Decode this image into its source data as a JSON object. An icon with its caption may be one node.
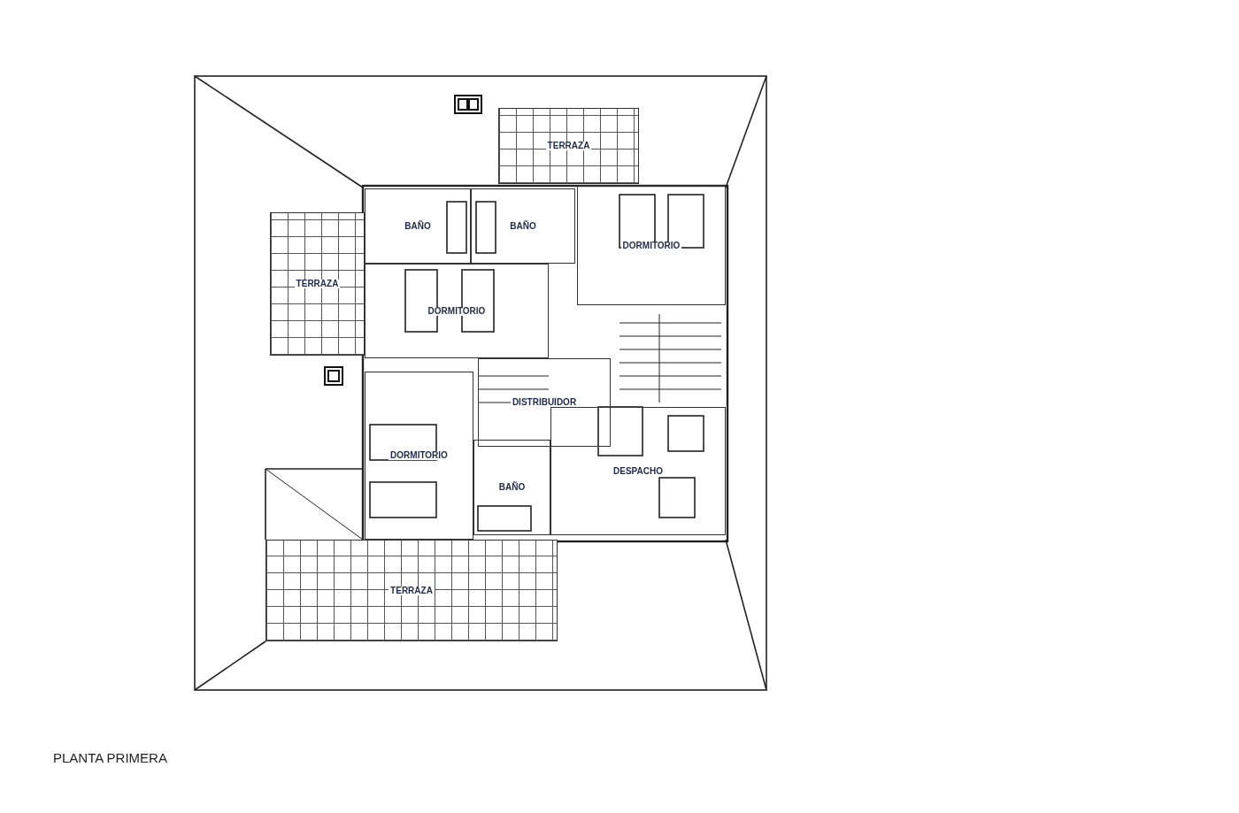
{
  "diagram": {
    "title": "PLANTA PRIMERA",
    "nodes": [
      {
        "text": [
          "TERRAZA"
        ]
      },
      {
        "text": [
          "TERRAZA"
        ]
      },
      {
        "text": [
          "BAÑO"
        ]
      },
      {
        "text": [
          "BAÑO"
        ]
      },
      {
        "text": [
          "DORMITORIO"
        ]
      },
      {
        "text": [
          "DORMITORIO"
        ]
      },
      {
        "text": [
          "DISTRIBUIDOR"
        ]
      },
      {
        "text": [
          "DORMITORIO"
        ]
      },
      {
        "text": [
          "BAÑO"
        ]
      },
      {
        "text": [
          "DESPACHO"
        ]
      },
      {
        "text": [
          "TERRAZA"
        ]
      }
    ]
  }
}
